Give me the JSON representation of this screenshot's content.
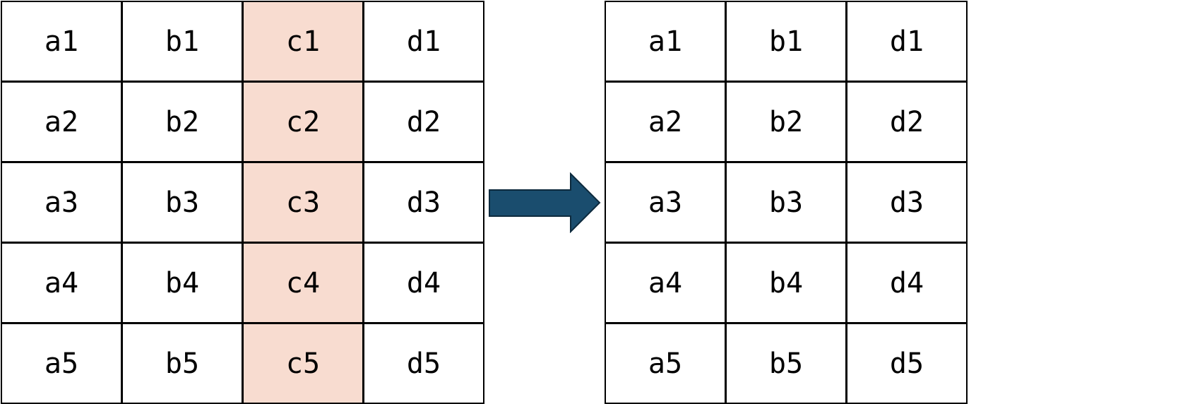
{
  "colors": {
    "highlight": "#f8dcd0",
    "arrow": "#1a4d6e",
    "border": "#000000"
  },
  "before_table": {
    "highlighted_column": 2,
    "rows": [
      [
        "a1",
        "b1",
        "c1",
        "d1"
      ],
      [
        "a2",
        "b2",
        "c2",
        "d2"
      ],
      [
        "a3",
        "b3",
        "c3",
        "d3"
      ],
      [
        "a4",
        "b4",
        "c4",
        "d4"
      ],
      [
        "a5",
        "b5",
        "c5",
        "d5"
      ]
    ]
  },
  "after_table": {
    "rows": [
      [
        "a1",
        "b1",
        "d1"
      ],
      [
        "a2",
        "b2",
        "d2"
      ],
      [
        "a3",
        "b3",
        "d3"
      ],
      [
        "a4",
        "b4",
        "d4"
      ],
      [
        "a5",
        "b5",
        "d5"
      ]
    ]
  },
  "arrow_icon": "right-arrow-icon"
}
